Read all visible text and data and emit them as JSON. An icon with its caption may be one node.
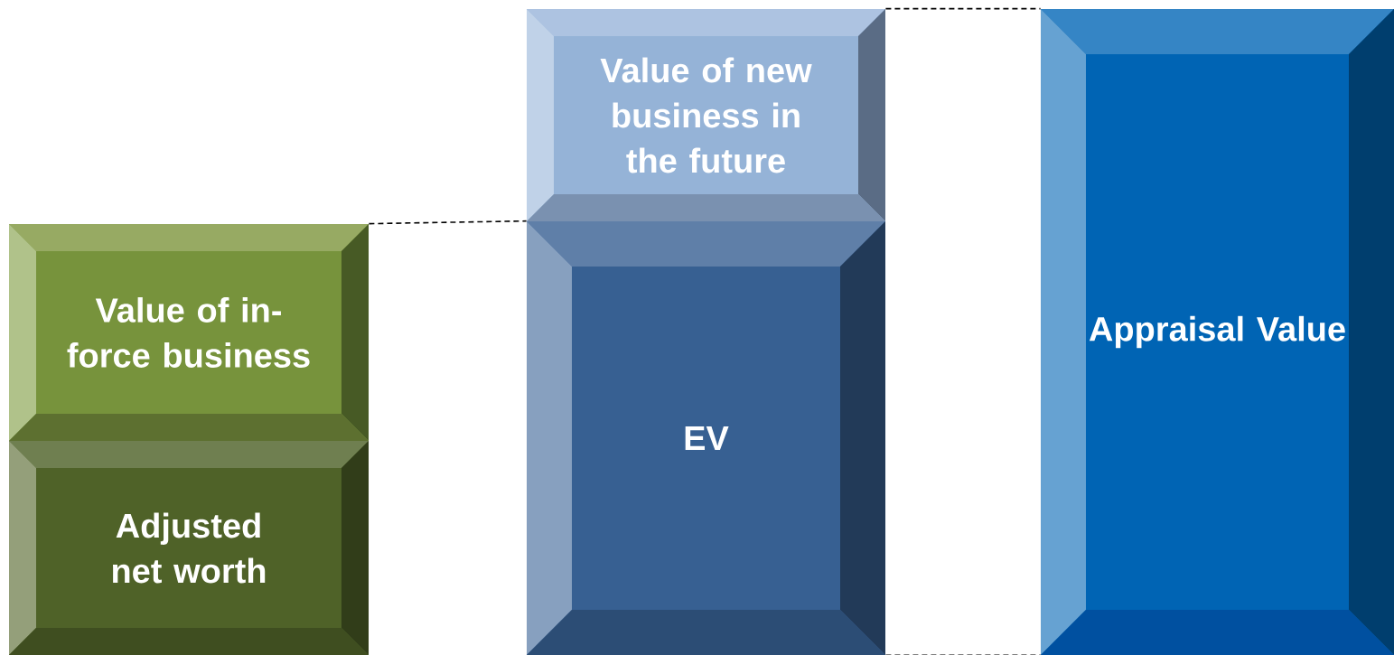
{
  "diagram": {
    "nodes": [
      {
        "text": [
          "Value of in-force business"
        ]
      },
      {
        "text": [
          "Adjusted net worth"
        ]
      },
      {
        "text": [
          "Value of new business in the future"
        ]
      },
      {
        "text": [
          "EV"
        ]
      },
      {
        "text": [
          "Appraisal Value"
        ]
      }
    ],
    "edges": [
      {
        "from": 0,
        "to": 3,
        "arrow": "none",
        "style": "dashed"
      },
      {
        "from": 2,
        "to": 4,
        "arrow": "none",
        "style": "dashed"
      },
      {
        "from": 3,
        "to": 4,
        "arrow": "none",
        "style": "dashed"
      }
    ]
  }
}
